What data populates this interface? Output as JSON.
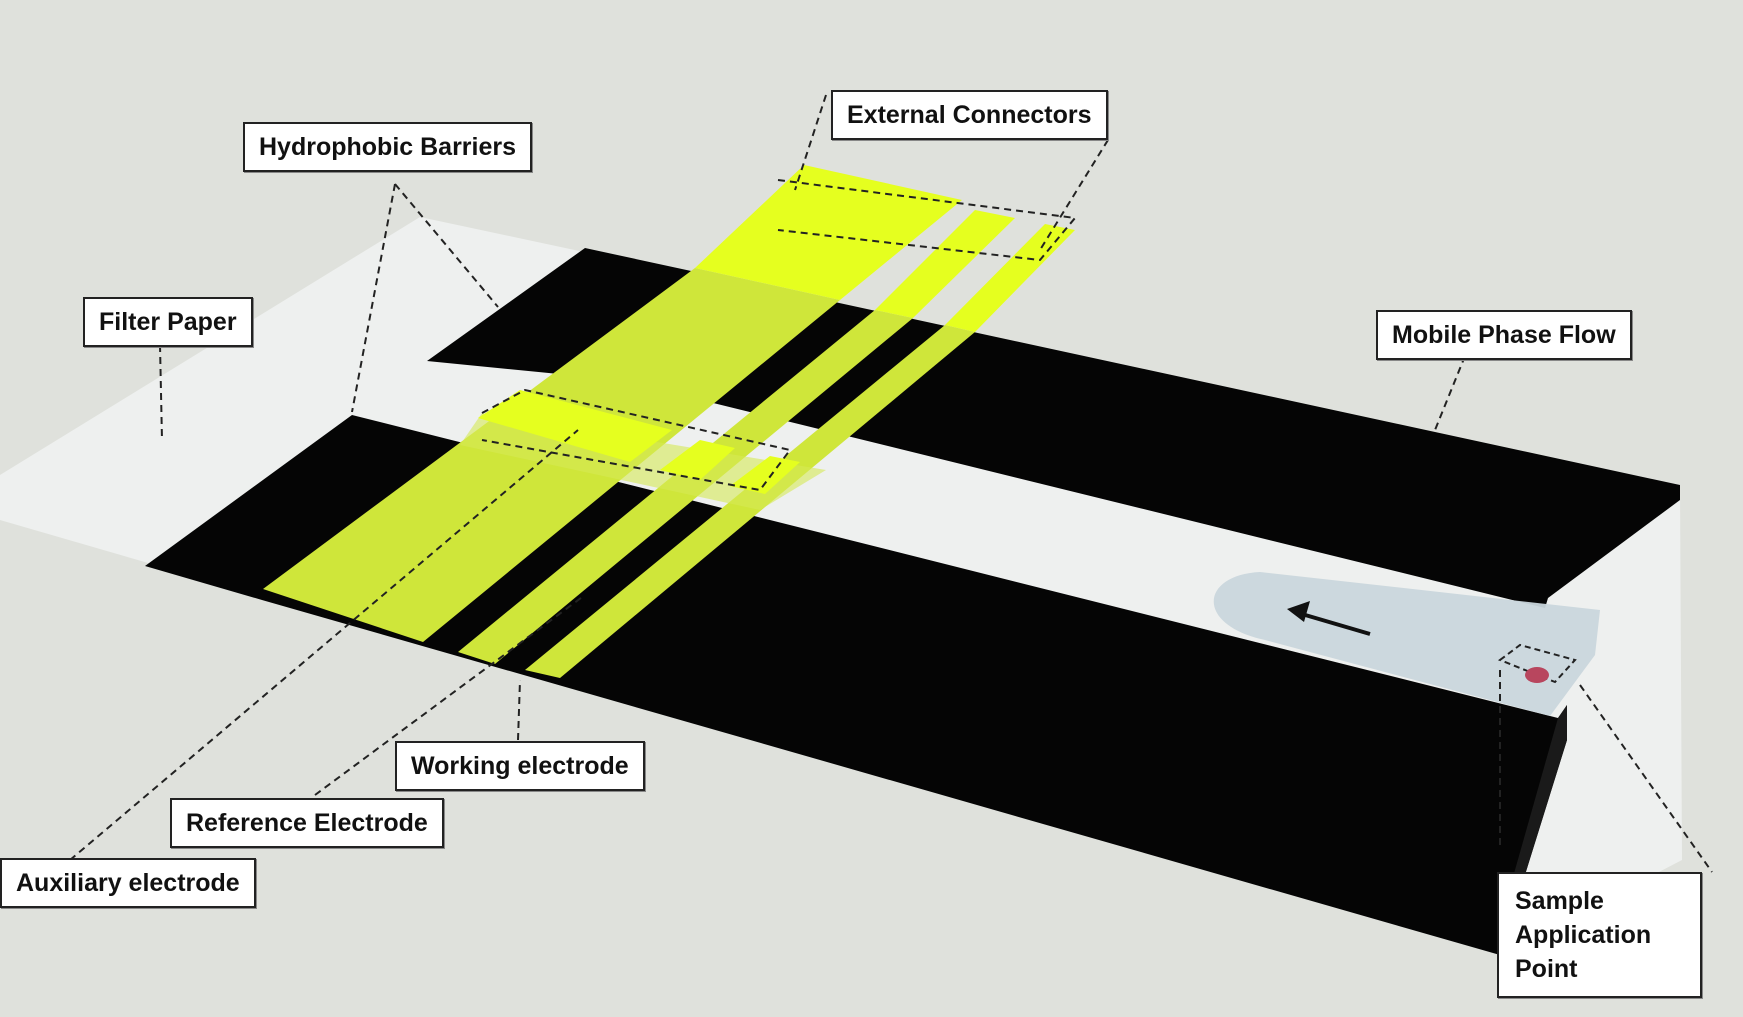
{
  "labels": {
    "hydrophobic_barriers": "Hydrophobic Barriers",
    "external_connectors": "External Connectors",
    "filter_paper": "Filter Paper",
    "mobile_phase_flow": "Mobile Phase Flow",
    "working_electrode": "Working electrode",
    "reference_electrode": "Reference Electrode",
    "auxiliary_electrode": "Auxiliary electrode",
    "sample_application_point": [
      "Sample",
      "Application",
      "Point"
    ]
  },
  "colors": {
    "background": "#dfe1dc",
    "filter_paper": "#eef0ef",
    "hydrophobic_barrier": "#050505",
    "electrode": "#d9ef1c",
    "electrode_on_barrier": "#cfe63a",
    "mobile_phase": "#c9d6dc",
    "sample_dot": "#b8465e"
  }
}
